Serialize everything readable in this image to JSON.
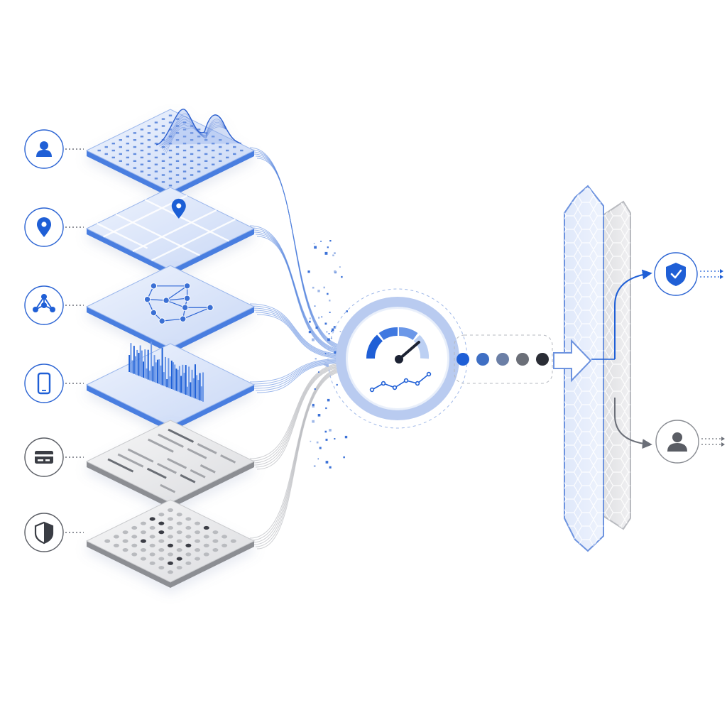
{
  "colors": {
    "brand_blue": "#1f5fd6",
    "light_blue": "#cfdcf6",
    "pale_blue": "#e8eefb",
    "gray": "#8a8d93",
    "light_gray": "#e6e7ea",
    "dark": "#2a2d35"
  },
  "sources": [
    {
      "icon": "user-icon",
      "layer": "distribution-surface",
      "tone": "blue"
    },
    {
      "icon": "location-pin-icon",
      "layer": "map-grid",
      "tone": "blue"
    },
    {
      "icon": "network-icon",
      "layer": "network-graph",
      "tone": "blue"
    },
    {
      "icon": "smartphone-icon",
      "layer": "signal-spikes",
      "tone": "blue"
    },
    {
      "icon": "credit-card-icon",
      "layer": "text-lines",
      "tone": "gray"
    },
    {
      "icon": "shield-icon",
      "layer": "dot-matrix",
      "tone": "gray"
    }
  ],
  "hub": {
    "icon": "speedometer-gauge-icon",
    "sub_icon": "trend-line-icon"
  },
  "pipeline_dots": [
    "#1f5fd6",
    "#3f6fc4",
    "#6b7fa6",
    "#6b6f78",
    "#2a2d35"
  ],
  "outcomes": [
    {
      "icon": "shield-check-icon",
      "tone": "blue"
    },
    {
      "icon": "user-icon",
      "tone": "gray"
    }
  ]
}
